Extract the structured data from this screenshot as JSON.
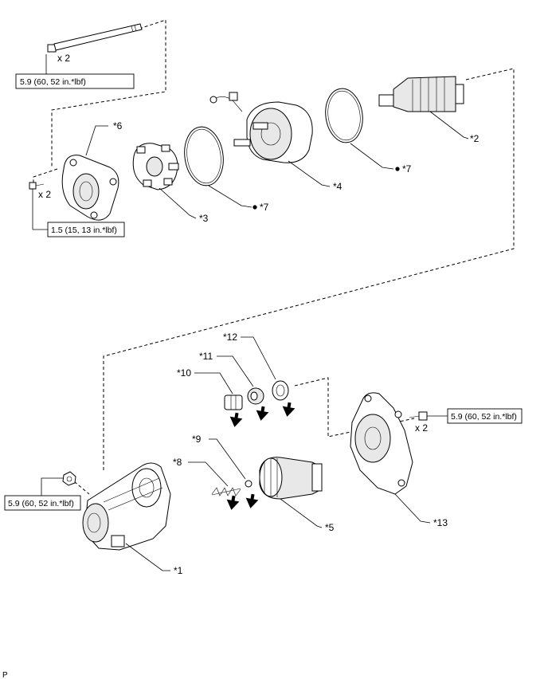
{
  "labels": {
    "p1": "*1",
    "p2": "*2",
    "p3": "*3",
    "p4": "*4",
    "p5": "*5",
    "p6": "*6",
    "p7a": "*7",
    "p7b": "*7",
    "p8": "*8",
    "p9": "*9",
    "p10": "*10",
    "p11": "*11",
    "p12": "*12",
    "p13": "*13"
  },
  "qty": {
    "top_bolt": "x 2",
    "small_screw": "x 2",
    "right_bolt": "x 2"
  },
  "torque": {
    "top_bolt": "5.9 (60, 52 in.*lbf)",
    "small_screw": "1.5 (15, 13 in.*lbf)",
    "right_bolt": "5.9 (60, 52 in.*lbf)",
    "nut": "5.9 (60, 52 in.*lbf)"
  },
  "footer_code": "P"
}
